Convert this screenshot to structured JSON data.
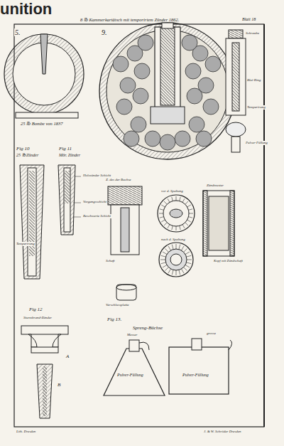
{
  "diagram": {
    "title": "unition",
    "labels": [
      "5.",
      "9.",
      "8 ℔ Kammerkartätsch mit temporirtem Zünder 1862.",
      "Blatt 18",
      "25 ℔ Bombe von 1837",
      "Fig 10",
      "25 ℔ Zünder",
      "Fig 11",
      "Mör. Zünder",
      "Holzzünder Schicht",
      "Vorgangsschicht",
      "Beschwerte Schicht",
      "Temperirung",
      "Z. des der Buchse",
      "vor d. Spaltung",
      "nach d. Spaltung",
      "Schaft",
      "Verschlussplatte",
      "Zündmuster",
      "Kopf mit Zündschaft",
      "Schraube",
      "Blei-Ring",
      "Temperirung",
      "Pulver-Füllung",
      "Fig 12",
      "Sturmbrand-Zünder",
      "A",
      "B",
      "Fig 13.",
      "Spreng-Büchse",
      "Messer",
      "Pulver-Füllung",
      "Pulver-Füllung",
      "grosse",
      "Lith. Dresden",
      "J. & W. Schröder Dresden"
    ]
  }
}
